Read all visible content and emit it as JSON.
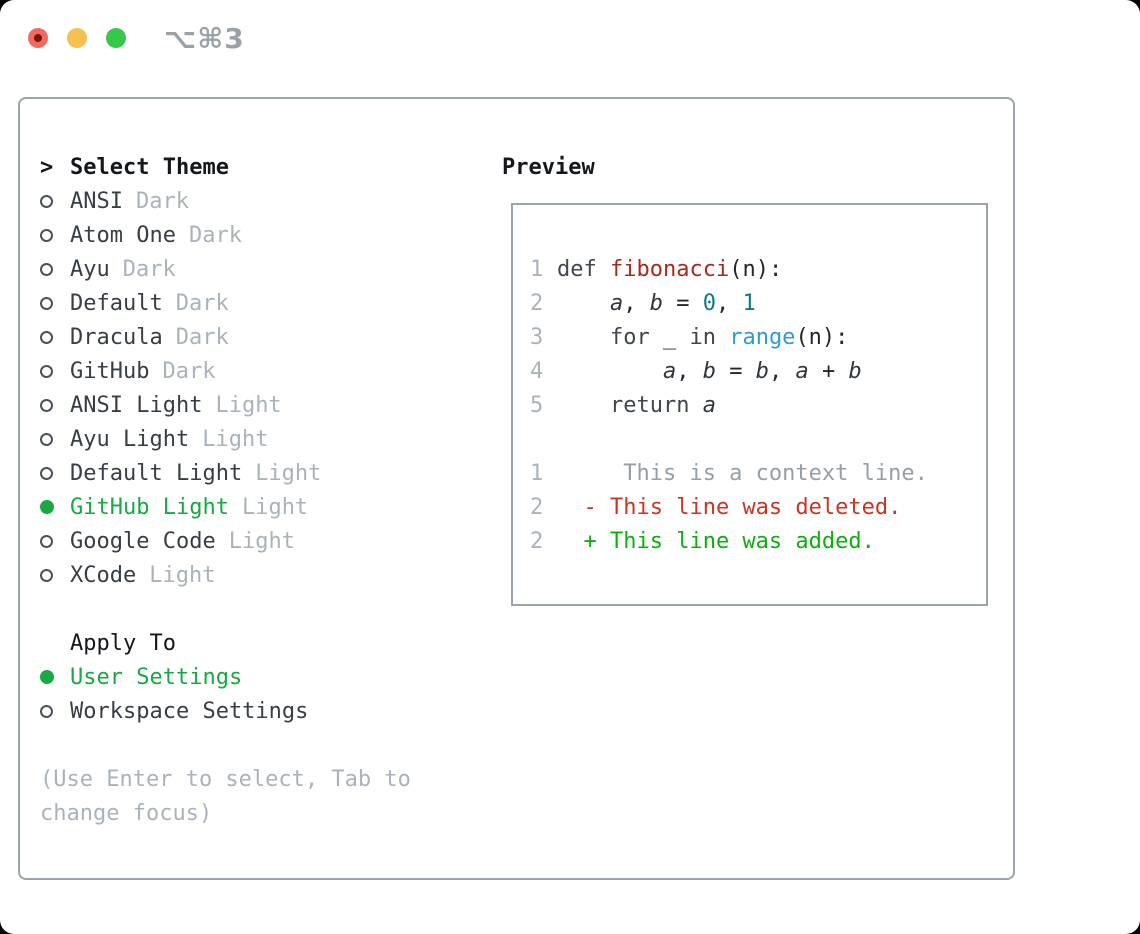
{
  "window": {
    "title": "⌥⌘3",
    "controls": {
      "close": "close",
      "minimize": "minimize",
      "zoom": "zoom"
    }
  },
  "colors": {
    "accent_green": "#17aa42",
    "added_green": "#0bb00d",
    "deleted_red": "#c93522",
    "function_red": "#a8291d",
    "number_teal": "#0f7a80",
    "builtin_blue": "#2d9bd4",
    "muted_gray": "#aab2bc",
    "border_gray": "#9ba3ae",
    "traffic_red": "#f06a5d",
    "traffic_yellow": "#f6bf4e",
    "traffic_green": "#36c84b"
  },
  "picker": {
    "prompt": ">",
    "title": "Select Theme",
    "items": [
      {
        "name": "ANSI",
        "tag": "Dark",
        "selected": false
      },
      {
        "name": "Atom One",
        "tag": "Dark",
        "selected": false
      },
      {
        "name": "Ayu",
        "tag": "Dark",
        "selected": false
      },
      {
        "name": "Default",
        "tag": "Dark",
        "selected": false
      },
      {
        "name": "Dracula",
        "tag": "Dark",
        "selected": false
      },
      {
        "name": "GitHub",
        "tag": "Dark",
        "selected": false
      },
      {
        "name": "ANSI Light",
        "tag": "Light",
        "selected": false
      },
      {
        "name": "Ayu Light",
        "tag": "Light",
        "selected": false
      },
      {
        "name": "Default Light",
        "tag": "Light",
        "selected": false
      },
      {
        "name": "GitHub Light",
        "tag": "Light",
        "selected": true
      },
      {
        "name": "Google Code",
        "tag": "Light",
        "selected": false
      },
      {
        "name": "XCode",
        "tag": "Light",
        "selected": false
      }
    ],
    "apply": {
      "title": "Apply To",
      "options": [
        {
          "label": "User Settings",
          "selected": true
        },
        {
          "label": "Workspace Settings",
          "selected": false
        }
      ]
    },
    "help_lines": [
      "(Use Enter to select, Tab to",
      "change focus)"
    ]
  },
  "preview": {
    "title": "Preview",
    "lines": [
      {
        "num": "1",
        "tokens": [
          [
            "kw",
            "def "
          ],
          [
            "fn",
            "fibonacci"
          ],
          [
            "pl",
            "(n):"
          ]
        ]
      },
      {
        "num": "2",
        "tokens": [
          [
            "pl",
            "    "
          ],
          [
            "var",
            "a"
          ],
          [
            "pl",
            ", "
          ],
          [
            "var",
            "b"
          ],
          [
            "pl",
            " = "
          ],
          [
            "num",
            "0"
          ],
          [
            "pl",
            ", "
          ],
          [
            "num",
            "1"
          ]
        ]
      },
      {
        "num": "3",
        "tokens": [
          [
            "kw",
            "    for "
          ],
          [
            "pl",
            "_"
          ],
          [
            "kw",
            " in "
          ],
          [
            "blue",
            "range"
          ],
          [
            "pl",
            "(n):"
          ]
        ]
      },
      {
        "num": "4",
        "tokens": [
          [
            "pl",
            "        "
          ],
          [
            "var",
            "a"
          ],
          [
            "pl",
            ", "
          ],
          [
            "var",
            "b"
          ],
          [
            "pl",
            " = "
          ],
          [
            "var",
            "b"
          ],
          [
            "pl",
            ", "
          ],
          [
            "var",
            "a"
          ],
          [
            "pl",
            " + "
          ],
          [
            "var",
            "b"
          ]
        ]
      },
      {
        "num": "5",
        "tokens": [
          [
            "kw",
            "    return "
          ],
          [
            "var",
            "a"
          ]
        ]
      },
      {
        "num": "",
        "tokens": []
      },
      {
        "num": "1",
        "tokens": [
          [
            "ctx",
            "     This is a context line."
          ]
        ]
      },
      {
        "num": "2",
        "tokens": [
          [
            "del",
            "  - This line was deleted."
          ]
        ]
      },
      {
        "num": "2",
        "tokens": [
          [
            "add",
            "  + This line was added."
          ]
        ]
      }
    ]
  }
}
